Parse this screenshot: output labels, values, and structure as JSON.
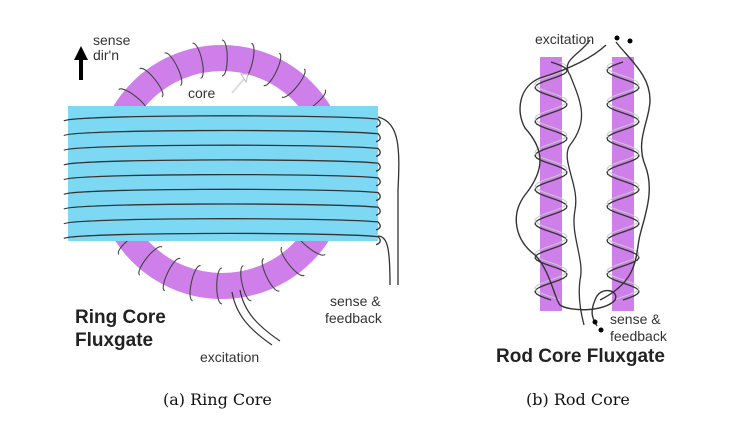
{
  "colors": {
    "core": "#cf7fea",
    "sensor_block": "#7dd8f4",
    "wire": "#333333",
    "wire_highlight": "#bbbbbb"
  },
  "ring_panel": {
    "sense_line1": "sense",
    "sense_line2": "dir'n",
    "core_label": "core",
    "sense_feedback_line1": "sense &",
    "sense_feedback_line2": "feedback",
    "title_line1": "Ring Core",
    "title_line2": "Fluxgate",
    "excitation": "excitation",
    "caption": "(a) Ring Core"
  },
  "rod_panel": {
    "excitation": "excitation",
    "sense_feedback_line1": "sense &",
    "sense_feedback_line2": "feedback",
    "title": "Rod Core Fluxgate",
    "caption": "(b) Rod Core"
  }
}
